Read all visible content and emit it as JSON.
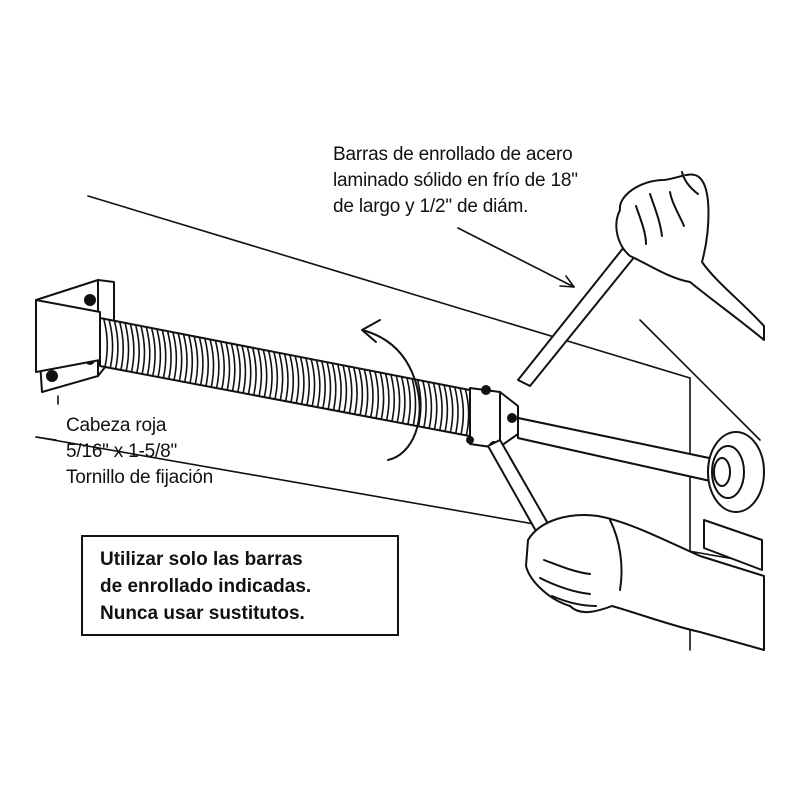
{
  "callouts": {
    "winding_bars": {
      "lines": [
        "Barras de enrollado de acero",
        "laminado sólido en frío de 18\"",
        "de largo y 1/2\" de diám."
      ]
    },
    "set_screw": {
      "lines": [
        "Cabeza roja",
        "5/16\" x 1-5/8\"",
        "Tornillo de fijación"
      ]
    }
  },
  "warning": {
    "lines": [
      "Utilizar solo las barras",
      "de enrollado indicadas.",
      "Nunca usar sustitutos."
    ]
  },
  "colors": {
    "ink": "#111111",
    "background": "#ffffff"
  }
}
